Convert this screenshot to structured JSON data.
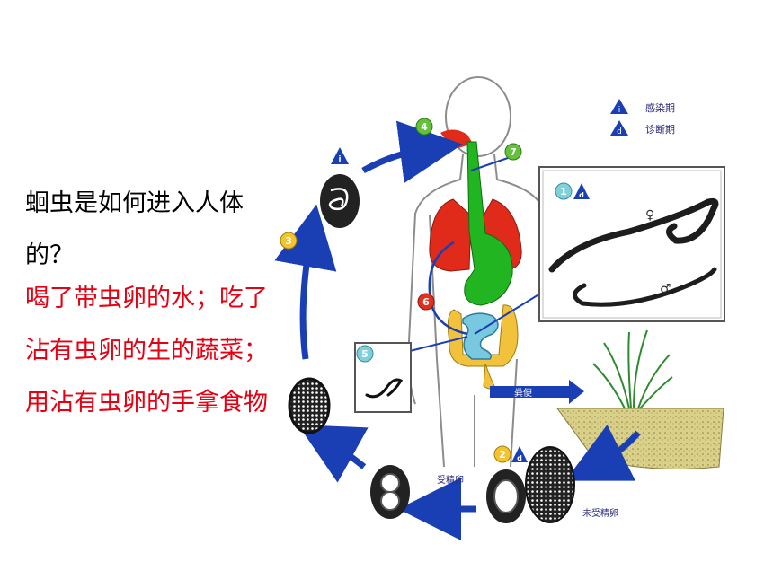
{
  "question_text": "蛔虫是如何进入人体的？",
  "answer_text": "喝了带虫卵的水；吃了沾有虫卵的生的蔬菜；用沾有虫卵的手拿食物",
  "legend": {
    "infective_symbol": "i",
    "infective_label": "感染期",
    "diagnostic_symbol": "d",
    "diagnostic_label": "诊断期"
  },
  "stages": {
    "s1": "1",
    "s2": "2",
    "s3": "3",
    "s4": "4",
    "s5": "5",
    "s6": "6",
    "s7": "7"
  },
  "labels": {
    "female_symbol": "♀",
    "male_symbol": "♂",
    "feces": "粪便",
    "fertilized_egg": "受精卵",
    "unfertilized_egg": "未受精卵"
  },
  "colors": {
    "answer": "#e60012",
    "cycle_arrow": "#1a3fb5",
    "lung": "#e02a1a",
    "stomach": "#22b522",
    "intestine": "#f3c23c",
    "small_intestine": "#78c8e0",
    "badge_yellow": "#f4c430",
    "badge_green": "#63c23a",
    "badge_red": "#e03020",
    "badge_cyan": "#7fd0dc"
  }
}
